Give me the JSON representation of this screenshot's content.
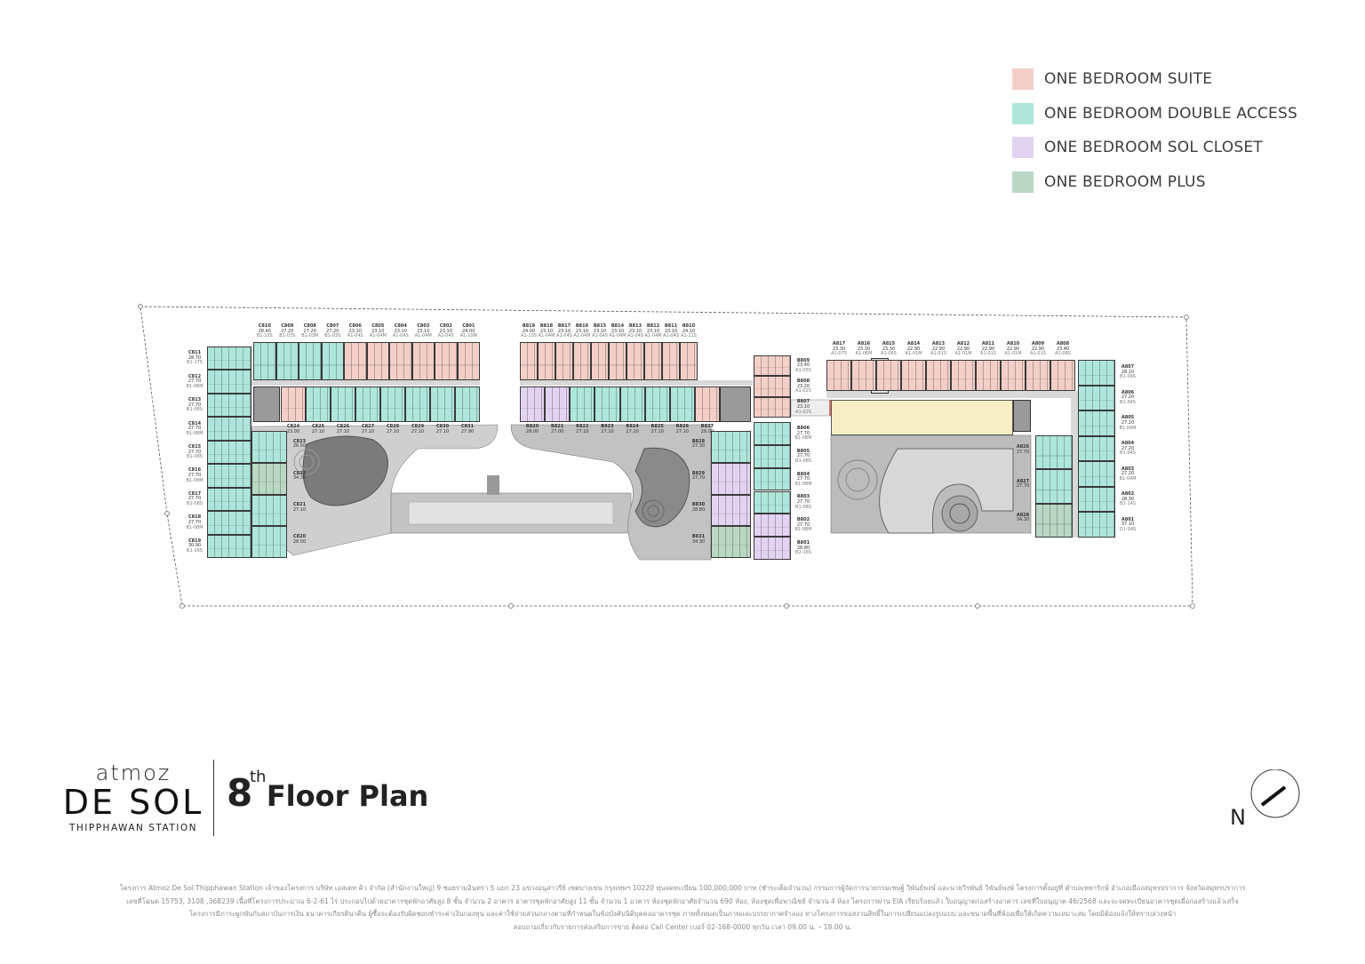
{
  "legend": [
    {
      "key": "suite",
      "label": "ONE BEDROOM SUITE",
      "color": "#f3cfc8"
    },
    {
      "key": "double",
      "label": "ONE BEDROOM DOUBLE ACCESS",
      "color": "#aee6dc"
    },
    {
      "key": "closet",
      "label": "ONE BEDROOM SOL CLOSET",
      "color": "#e3d3f2"
    },
    {
      "key": "plus",
      "label": "ONE BEDROOM PLUS",
      "color": "#b9d8c4"
    }
  ],
  "colors": {
    "amenity": "#f7efc3",
    "corridor": "#d9d9d9",
    "core": "#8c8c8c",
    "garden": "#bdbdbd",
    "pool": "#7d7d7d"
  },
  "units": {
    "c_top": [
      {
        "code": "C810",
        "area": "28.40",
        "type": "B1-10S",
        "kind": "double"
      },
      {
        "code": "C809",
        "area": "27.20",
        "type": "B1-03S",
        "kind": "double"
      },
      {
        "code": "C808",
        "area": "27.20",
        "type": "B1-03M",
        "kind": "double"
      },
      {
        "code": "C807",
        "area": "27.20",
        "type": "B1-03S",
        "kind": "double"
      },
      {
        "code": "C806",
        "area": "23.10",
        "type": "A1-04S",
        "kind": "suite"
      },
      {
        "code": "C805",
        "area": "23.10",
        "type": "A1-04M",
        "kind": "suite"
      },
      {
        "code": "C804",
        "area": "23.10",
        "type": "A1-04S",
        "kind": "suite"
      },
      {
        "code": "C803",
        "area": "23.10",
        "type": "A1-04M",
        "kind": "suite"
      },
      {
        "code": "C802",
        "area": "23.10",
        "type": "A1-04S",
        "kind": "suite"
      },
      {
        "code": "C801",
        "area": "24.00",
        "type": "A1-10M",
        "kind": "suite"
      }
    ],
    "c_left": [
      {
        "code": "C811",
        "area": "28.70",
        "type": "B1-17S",
        "kind": "double"
      },
      {
        "code": "C812",
        "area": "27.70",
        "type": "B1-08M",
        "kind": "double"
      },
      {
        "code": "C813",
        "area": "27.70",
        "type": "B1-08S",
        "kind": "double"
      },
      {
        "code": "C814",
        "area": "27.70",
        "type": "B1-08M",
        "kind": "double"
      },
      {
        "code": "C815",
        "area": "27.70",
        "type": "B1-08S",
        "kind": "double"
      },
      {
        "code": "C816",
        "area": "27.70",
        "type": "B1-08M",
        "kind": "double"
      },
      {
        "code": "C817",
        "area": "27.70",
        "type": "B1-08S",
        "kind": "double"
      },
      {
        "code": "C818",
        "area": "27.70",
        "type": "B1-08M",
        "kind": "double"
      },
      {
        "code": "C819",
        "area": "30.90",
        "type": "B1-16S",
        "kind": "double"
      }
    ],
    "c_inner": [
      {
        "code": "C824",
        "area": "23.00",
        "kind": "suite"
      },
      {
        "code": "C825",
        "area": "27.10",
        "kind": "double"
      },
      {
        "code": "C826",
        "area": "27.10",
        "kind": "double"
      },
      {
        "code": "C827",
        "area": "27.10",
        "kind": "double"
      },
      {
        "code": "C828",
        "area": "27.10",
        "kind": "double"
      },
      {
        "code": "C829",
        "area": "27.10",
        "kind": "double"
      },
      {
        "code": "C830",
        "area": "27.10",
        "kind": "double"
      },
      {
        "code": "C831",
        "area": "27.90",
        "kind": "double"
      }
    ],
    "c_lower": [
      {
        "code": "C823",
        "area": "26.50",
        "kind": "double"
      },
      {
        "code": "C822",
        "area": "34.30",
        "kind": "plus"
      },
      {
        "code": "C821",
        "area": "27.10",
        "kind": "double"
      },
      {
        "code": "C820",
        "area": "28.00",
        "kind": "double"
      }
    ],
    "b_top": [
      {
        "code": "B819",
        "area": "24.00",
        "type": "A1-10S",
        "kind": "suite"
      },
      {
        "code": "B818",
        "area": "23.10",
        "type": "A1-04M",
        "kind": "suite"
      },
      {
        "code": "B817",
        "area": "23.10",
        "type": "A1-04S",
        "kind": "suite"
      },
      {
        "code": "B816",
        "area": "23.10",
        "type": "A1-04M",
        "kind": "suite"
      },
      {
        "code": "B815",
        "area": "23.10",
        "type": "A1-04S",
        "kind": "suite"
      },
      {
        "code": "B814",
        "area": "23.10",
        "type": "A1-04M",
        "kind": "suite"
      },
      {
        "code": "B813",
        "area": "23.10",
        "type": "A1-04S",
        "kind": "suite"
      },
      {
        "code": "B812",
        "area": "23.10",
        "type": "A1-04M",
        "kind": "suite"
      },
      {
        "code": "B811",
        "area": "23.10",
        "type": "A1-04S",
        "kind": "suite"
      },
      {
        "code": "B810",
        "area": "24.10",
        "type": "A1-11S",
        "kind": "suite"
      }
    ],
    "b_right_upper": [
      {
        "code": "B809",
        "area": "23.40",
        "type": "A1-05S",
        "kind": "suite"
      },
      {
        "code": "B808",
        "area": "23.20",
        "type": "A1-02S",
        "kind": "suite"
      },
      {
        "code": "B807",
        "area": "23.10",
        "type": "A1-02S",
        "kind": "suite"
      }
    ],
    "b_right_lower": [
      {
        "code": "B806",
        "area": "27.70",
        "type": "B1-08M",
        "kind": "double"
      },
      {
        "code": "B805",
        "area": "27.70",
        "type": "B1-08S",
        "kind": "double"
      },
      {
        "code": "B804",
        "area": "27.70",
        "type": "B1-08M",
        "kind": "double"
      },
      {
        "code": "B803",
        "area": "27.70",
        "type": "B1-08S",
        "kind": "double"
      },
      {
        "code": "B802",
        "area": "27.70",
        "type": "B1-08M",
        "kind": "closet"
      },
      {
        "code": "B801",
        "area": "28.80",
        "type": "B2-16S",
        "kind": "closet"
      }
    ],
    "b_inner": [
      {
        "code": "B820",
        "area": "28.00",
        "kind": "closet"
      },
      {
        "code": "B821",
        "area": "27.00",
        "kind": "closet"
      },
      {
        "code": "B822",
        "area": "27.10",
        "kind": "double"
      },
      {
        "code": "B823",
        "area": "27.10",
        "kind": "double"
      },
      {
        "code": "B824",
        "area": "27.10",
        "kind": "double"
      },
      {
        "code": "B825",
        "area": "27.10",
        "kind": "double"
      },
      {
        "code": "B826",
        "area": "27.10",
        "kind": "double"
      },
      {
        "code": "B827",
        "area": "28.00",
        "kind": "suite"
      }
    ],
    "b_inner_col": [
      {
        "code": "B828",
        "area": "27.30",
        "kind": "double"
      },
      {
        "code": "B829",
        "area": "27.70",
        "kind": "closet"
      },
      {
        "code": "B830",
        "area": "28.80",
        "kind": "closet"
      },
      {
        "code": "B831",
        "area": "34.30",
        "kind": "plus"
      }
    ],
    "a_top": [
      {
        "code": "A817",
        "area": "23.30",
        "type": "A1-07S",
        "kind": "suite"
      },
      {
        "code": "A816",
        "area": "23.30",
        "type": "A1-06M",
        "kind": "suite"
      },
      {
        "code": "A815",
        "area": "23.30",
        "type": "A1-06S",
        "kind": "suite"
      },
      {
        "code": "A814",
        "area": "22.90",
        "type": "A1-01M",
        "kind": "suite"
      },
      {
        "code": "A813",
        "area": "22.90",
        "type": "A1-01S",
        "kind": "suite"
      },
      {
        "code": "A812",
        "area": "22.90",
        "type": "A1-01M",
        "kind": "suite"
      },
      {
        "code": "A811",
        "area": "22.90",
        "type": "A1-01S",
        "kind": "suite"
      },
      {
        "code": "A810",
        "area": "22.90",
        "type": "A1-01M",
        "kind": "suite"
      },
      {
        "code": "A809",
        "area": "22.90",
        "type": "A1-01S",
        "kind": "suite"
      },
      {
        "code": "A808",
        "area": "23.40",
        "type": "A1-08S",
        "kind": "suite"
      }
    ],
    "a_right": [
      {
        "code": "A807",
        "area": "28.10",
        "type": "B1-09S",
        "kind": "double"
      },
      {
        "code": "A806",
        "area": "27.20",
        "type": "B1-04S",
        "kind": "double"
      },
      {
        "code": "A805",
        "area": "27.20",
        "type": "B1-04M",
        "kind": "double"
      },
      {
        "code": "A804",
        "area": "27.20",
        "type": "B1-04S",
        "kind": "double"
      },
      {
        "code": "A803",
        "area": "27.20",
        "type": "B1-04M",
        "kind": "double"
      },
      {
        "code": "A802",
        "area": "28.30",
        "type": "B1-14S",
        "kind": "double"
      },
      {
        "code": "A801",
        "area": "37.10",
        "type": "D1-04S",
        "kind": "double"
      }
    ],
    "a_inner": [
      {
        "code": "A826",
        "area": "27.70",
        "kind": "double"
      },
      {
        "code": "A827",
        "area": "27.70",
        "kind": "double"
      },
      {
        "code": "A828",
        "area": "34.30",
        "kind": "plus"
      }
    ]
  },
  "logo": {
    "brand": "atmoz",
    "name": "DE SOL",
    "station": "THIPPHAWAN STATION"
  },
  "floor": {
    "number": "8",
    "suffix": "th",
    "title": "Floor Plan"
  },
  "north": {
    "label": "N"
  },
  "footer": [
    "โครงการ  Atmoz De Sol Thipphawan Station  เจ้าของโครงการ  บริษัท เอสเตท คิว จำกัด  (สำนักงานใหญ่)  9 ซอยรามอินทรา 5 แยก 23  แขวงอนุสาวรีย์  เขตบางเขน  กรุงเทพฯ  10220  ทุนจดทะเบียน 100,000,000 บาท  (ชำระเต็มจำนวน)  กรรมการผู้จัดการนายกรมเชษฐ์ วิพันธ์พงษ์ และนายวีรพันธ์ วิพันธ์พงษ์   โครงการตั้งอยู่ที่  ตำบลเทพารักษ์  อำเภอเมืองสมุทรปราการ  จังหวัดสมุทรปราการ",
    "เลขที่โฉนด 15753, 3108 ,368239 เนื้อที่โครงการประมาณ 6-2-61 ไร่ ประกอบไปด้วยอาคารชุดพักอาศัยสูง 8 ชั้น จำนวน 2 อาคาร  อาคารชุดพักอาศัยสูง 11 ชั้น จำนวน 1 อาคาร ห้องชุดพักอาศัยจำนวน 690 ห้อง, ห้องชุดเพื่อพาณิชย์ จำนวน 4 ห้อง โครงการผ่าน EIA เรียบร้อยแล้ว ใบอนุญาตก่อสร้างอาคาร เลขที่ใบอนุญาต 46/2568 และจะจดทะเบียนอาคารชุดเมื่อก่อสร้างแล้วเสร็จ",
    "โครงการมีภาระผูกพันกับสถาบันการเงิน ธนาคารเกียรตินาคิน  ผู้ซื้อจะต้องรับผิดชอบชำระค่าเงินกองทุน และค่าใช้จ่ายส่วนกลางตามที่กำหนดในข้อบังคับนิติบุคคลอาคารชุด ภาพทั้งหมดเป็นภาพและบรรยากาศจำลอง ทางโครงการขอสงวนสิทธิ์ในการเปลี่ยนแปลงรูปแบบ และขนาดพื้นที่ห้องเพื่อให้เกิดความเหมาะสม โดยมิต้องแจ้งให้ทราบล่วงหน้า",
    "สอบถามเกี่ยวกับรายการส่งเสริมการขาย ติดต่อ Call Center เบอร์ 02-168-0000 ทุกวัน เวลา 09.00 น. – 18.00 น."
  ]
}
